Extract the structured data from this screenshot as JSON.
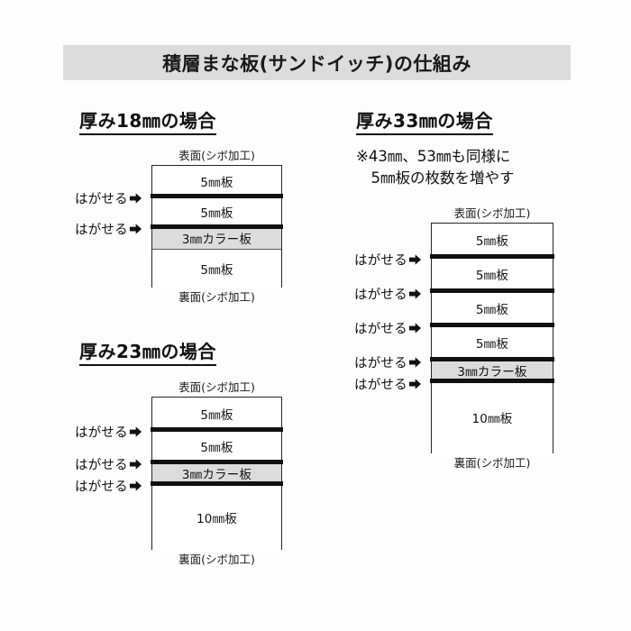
{
  "header": {
    "title": "積層まな板(サンドイッチ)の仕組み",
    "band_color": "#dcdcdc"
  },
  "labels": {
    "top_face": "表面(シボ加工)",
    "bottom_face": "裏面(シボ加工)",
    "peel": "はがせる",
    "peel_arrow_icon": "arrow-right-icon"
  },
  "colors": {
    "color_board_fill": "#dcdcdc",
    "board_fill": "#ffffff",
    "outline": "#262626",
    "separator": "#111111"
  },
  "sections": [
    {
      "id": "thickness-18",
      "heading": "厚み18㎜の場合",
      "note": "",
      "layers": [
        {
          "label": "5㎜板",
          "kind": "board",
          "peelable_top": false
        },
        {
          "label": "5㎜板",
          "kind": "board",
          "peelable_top": true
        },
        {
          "label": "3㎜カラー板",
          "kind": "color",
          "peelable_top": true
        },
        {
          "label": "5㎜板",
          "kind": "board",
          "peelable_top": false
        }
      ]
    },
    {
      "id": "thickness-23",
      "heading": "厚み23㎜の場合",
      "note": "",
      "layers": [
        {
          "label": "5㎜板",
          "kind": "board",
          "peelable_top": false
        },
        {
          "label": "5㎜板",
          "kind": "board",
          "peelable_top": true
        },
        {
          "label": "3㎜カラー板",
          "kind": "color",
          "peelable_top": true
        },
        {
          "label": "10㎜板",
          "kind": "board",
          "peelable_top": true
        }
      ]
    },
    {
      "id": "thickness-33",
      "heading": "厚み33㎜の場合",
      "note": "※43㎜、53㎜も同様に\n　5㎜板の枚数を増やす",
      "layers": [
        {
          "label": "5㎜板",
          "kind": "board",
          "peelable_top": false
        },
        {
          "label": "5㎜板",
          "kind": "board",
          "peelable_top": true
        },
        {
          "label": "5㎜板",
          "kind": "board",
          "peelable_top": true
        },
        {
          "label": "5㎜板",
          "kind": "board",
          "peelable_top": true
        },
        {
          "label": "3㎜カラー板",
          "kind": "color",
          "peelable_top": true
        },
        {
          "label": "10㎜板",
          "kind": "board",
          "peelable_top": true
        }
      ]
    }
  ]
}
